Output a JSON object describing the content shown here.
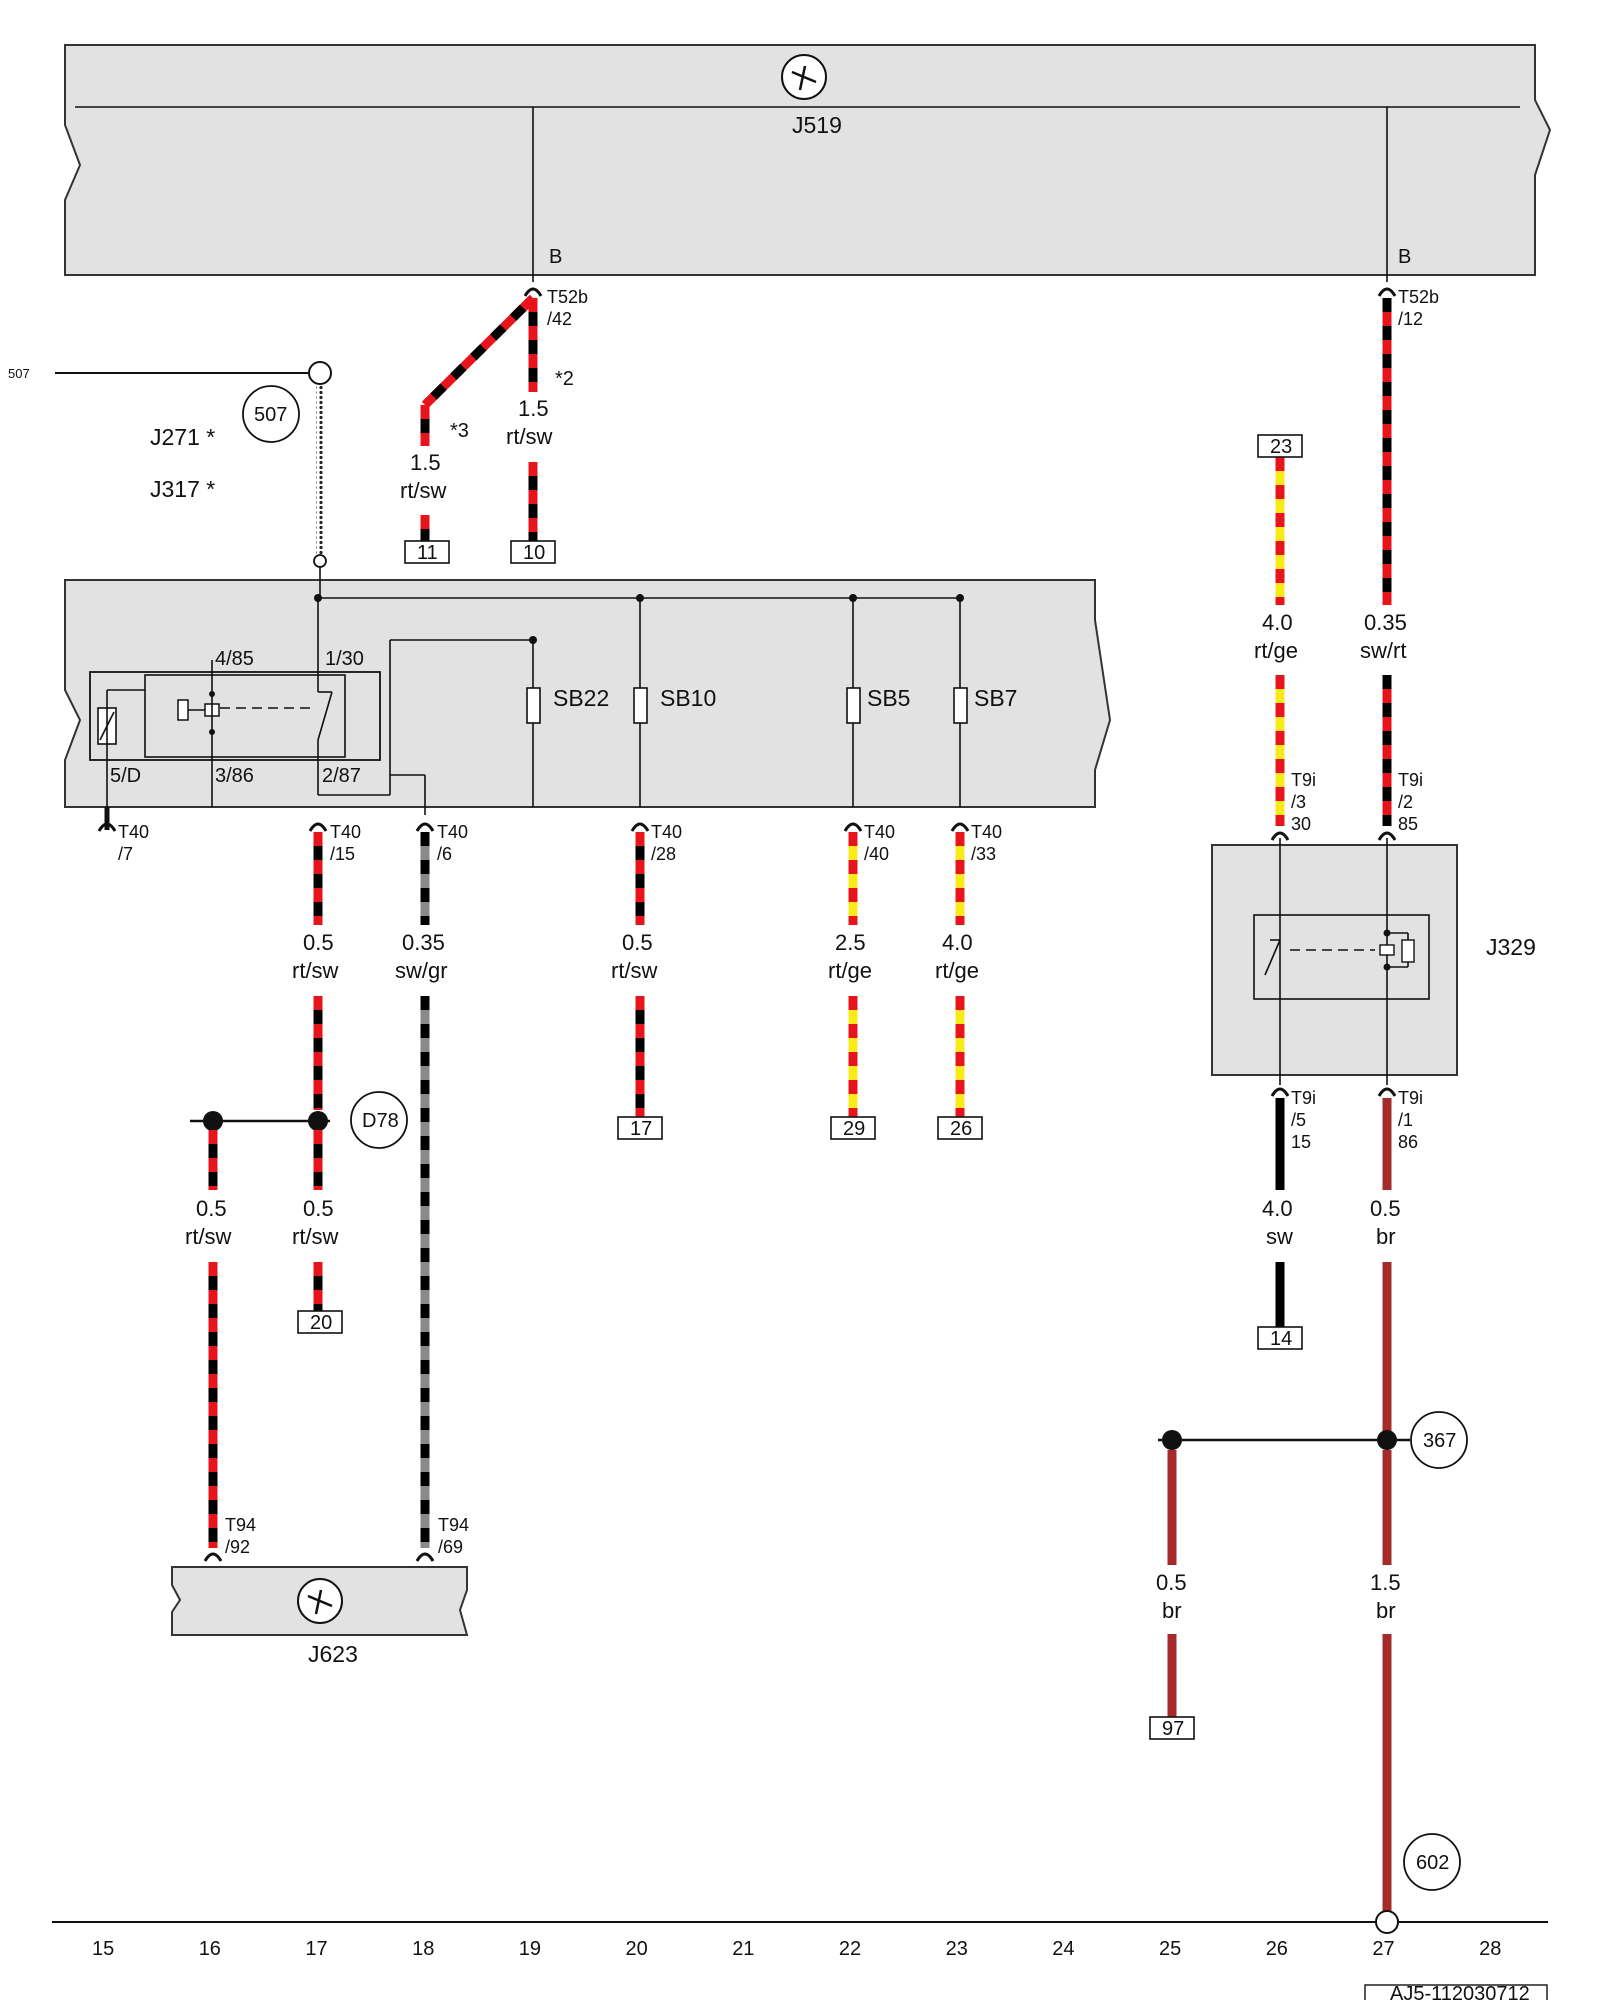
{
  "components": {
    "j519": "J519",
    "j623": "J623",
    "j329": "J329",
    "j271": "J271 *",
    "j317": "J317 *"
  },
  "fuses": [
    "SB22",
    "SB10",
    "SB5",
    "SB7"
  ],
  "relay_pins": [
    "4/85",
    "1/30",
    "5/D",
    "3/86",
    "2/87"
  ],
  "connectors": {
    "t52b_42": [
      "T52b",
      "/42"
    ],
    "t52b_12": [
      "T52b",
      "/12"
    ],
    "t40_7": [
      "T40",
      "/7"
    ],
    "t40_15": [
      "T40",
      "/15"
    ],
    "t40_6": [
      "T40",
      "/6"
    ],
    "t40_28": [
      "T40",
      "/28"
    ],
    "t40_40": [
      "T40",
      "/40"
    ],
    "t40_33": [
      "T40",
      "/33"
    ],
    "t9i_3": [
      "T9i",
      "/3",
      "30"
    ],
    "t9i_2": [
      "T9i",
      "/2",
      "85"
    ],
    "t9i_5": [
      "T9i",
      "/5",
      "15"
    ],
    "t9i_1": [
      "T9i",
      "/1",
      "86"
    ],
    "t94_92": [
      "T94",
      "/92"
    ],
    "t94_69": [
      "T94",
      "/69"
    ],
    "pin_b_left": "B",
    "pin_b_right": "B"
  },
  "wires": {
    "w_3": {
      "size": "1.5",
      "color": "rt/sw",
      "note": "*3",
      "colors": [
        "#e8141c",
        "#000000"
      ]
    },
    "w_2": {
      "size": "1.5",
      "color": "rt/sw",
      "note": "*2",
      "colors": [
        "#e8141c",
        "#000000"
      ]
    },
    "w_23": {
      "size": "4.0",
      "color": "rt/ge",
      "colors": [
        "#e8141c",
        "#f7ec1a"
      ]
    },
    "w_swrt": {
      "size": "0.35",
      "color": "sw/rt",
      "colors": [
        "#000000",
        "#e8141c"
      ]
    },
    "w_15": {
      "size": "0.5",
      "color": "rt/sw",
      "colors": [
        "#e8141c",
        "#000000"
      ]
    },
    "w_6": {
      "size": "0.35",
      "color": "sw/gr",
      "colors": [
        "#000000",
        "#8a8a8a"
      ]
    },
    "w_28": {
      "size": "0.5",
      "color": "rt/sw",
      "colors": [
        "#e8141c",
        "#000000"
      ]
    },
    "w_40": {
      "size": "2.5",
      "color": "rt/ge",
      "colors": [
        "#e8141c",
        "#f7ec1a"
      ]
    },
    "w_33": {
      "size": "4.0",
      "color": "rt/ge",
      "colors": [
        "#e8141c",
        "#f7ec1a"
      ]
    },
    "w_16": {
      "size": "0.5",
      "color": "rt/sw",
      "colors": [
        "#e8141c",
        "#000000"
      ]
    },
    "w_17b": {
      "size": "0.5",
      "color": "rt/sw",
      "colors": [
        "#e8141c",
        "#000000"
      ]
    },
    "w_sw": {
      "size": "4.0",
      "color": "sw",
      "colors": [
        "#000000"
      ]
    },
    "w_br1": {
      "size": "0.5",
      "color": "br",
      "colors": [
        "#a52a2a"
      ]
    },
    "w_br2": {
      "size": "0.5",
      "color": "br",
      "colors": [
        "#a52a2a"
      ]
    },
    "w_br3": {
      "size": "1.5",
      "color": "br",
      "colors": [
        "#a52a2a"
      ]
    }
  },
  "refs": {
    "r11": "11",
    "r10": "10",
    "r23": "23",
    "r17": "17",
    "r29": "29",
    "r26": "26",
    "r20": "20",
    "r14": "14",
    "r97": "97"
  },
  "nodes": {
    "n507": "507",
    "d78": "D78",
    "n367": "367",
    "n602": "602",
    "left_507": "507"
  },
  "ruler": [
    "15",
    "16",
    "17",
    "18",
    "19",
    "20",
    "21",
    "22",
    "23",
    "24",
    "25",
    "26",
    "27",
    "28"
  ],
  "doc_id": "AJ5-112030712"
}
